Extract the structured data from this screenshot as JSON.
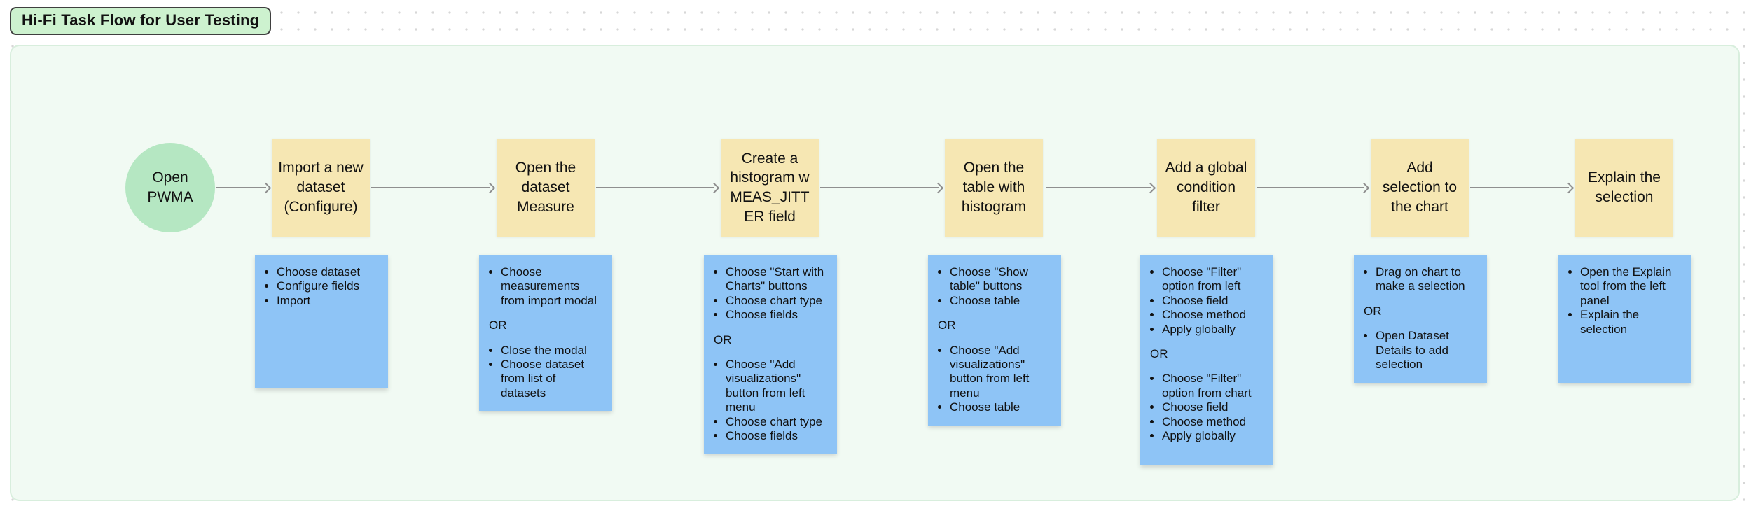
{
  "title_badge": {
    "label": "Hi-Fi Task Flow for User Testing"
  },
  "or_label": "OR",
  "flow": {
    "start": {
      "label": "Open PWMA"
    },
    "steps": [
      {
        "label": "Import a new dataset (Configure)",
        "note_groups": [
          [
            "Choose dataset",
            "Configure fields",
            "Import"
          ]
        ]
      },
      {
        "label": "Open the dataset Measure",
        "note_groups": [
          [
            "Choose measurements from import modal"
          ],
          [
            "Close the modal",
            "Choose dataset from list of datasets"
          ]
        ]
      },
      {
        "label": "Create a histogram w MEAS_JITTER field",
        "note_groups": [
          [
            "Choose \"Start with Charts\" buttons",
            "Choose chart type",
            "Choose fields"
          ],
          [
            "Choose \"Add visualizations\" button from left menu",
            "Choose chart type",
            "Choose fields"
          ]
        ]
      },
      {
        "label": "Open the table with histogram",
        "note_groups": [
          [
            "Choose \"Show table\" buttons",
            "Choose table"
          ],
          [
            "Choose \"Add visualizations\" button from left menu",
            "Choose table"
          ]
        ]
      },
      {
        "label": "Add a global condition filter",
        "note_groups": [
          [
            "Choose \"Filter\" option from left",
            "Choose field",
            "Choose method",
            "Apply globally"
          ],
          [
            "Choose \"Filter\" option from chart",
            "Choose field",
            "Choose method",
            "Apply globally"
          ]
        ]
      },
      {
        "label": "Add selection to the chart",
        "note_groups": [
          [
            "Drag on chart to make a selection"
          ],
          [
            "Open Dataset Details to add selection"
          ]
        ]
      },
      {
        "label": "Explain the selection",
        "note_groups": [
          [
            "Open the Explain tool from the left panel",
            "Explain the selection"
          ]
        ]
      }
    ]
  },
  "colors": {
    "badge_bg": "#cdf2cf",
    "badge_border": "#3f3f3f",
    "frame_bg": "#f1faf3",
    "frame_border": "#d8eedd",
    "circle_bg": "#b5e7c2",
    "step_bg": "#f6e7b3",
    "note_bg": "#8ec4f6",
    "arrow_color": "#8f8f8f"
  }
}
